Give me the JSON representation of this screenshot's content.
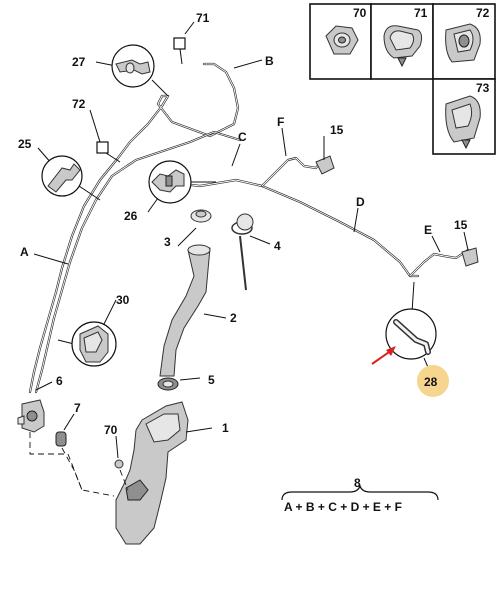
{
  "callouts": {
    "c1": "1",
    "c2": "2",
    "c3": "3",
    "c4": "4",
    "c5": "5",
    "c6": "6",
    "c7": "7",
    "c8": "8",
    "c15a": "15",
    "c15b": "15",
    "c25": "25",
    "c26": "26",
    "c27": "27",
    "c28": "28",
    "c30": "30",
    "c70": "70",
    "c71": "71",
    "c72": "72"
  },
  "hose_letters": {
    "a": "A",
    "b": "B",
    "c": "C",
    "d": "D",
    "e": "E",
    "f": "F"
  },
  "formula": "A + B + C + D + E + F",
  "inset_boxes": {
    "b70": "70",
    "b71": "71",
    "b72": "72",
    "b73": "73"
  },
  "colors": {
    "highlight_badge": "#f6d58e",
    "arrow": "#d9221c",
    "line": "#111111",
    "part_gray": "#c9c9c9"
  },
  "icons": {
    "arrow": "red-pointer-arrow",
    "highlight": "highlight-circle"
  }
}
